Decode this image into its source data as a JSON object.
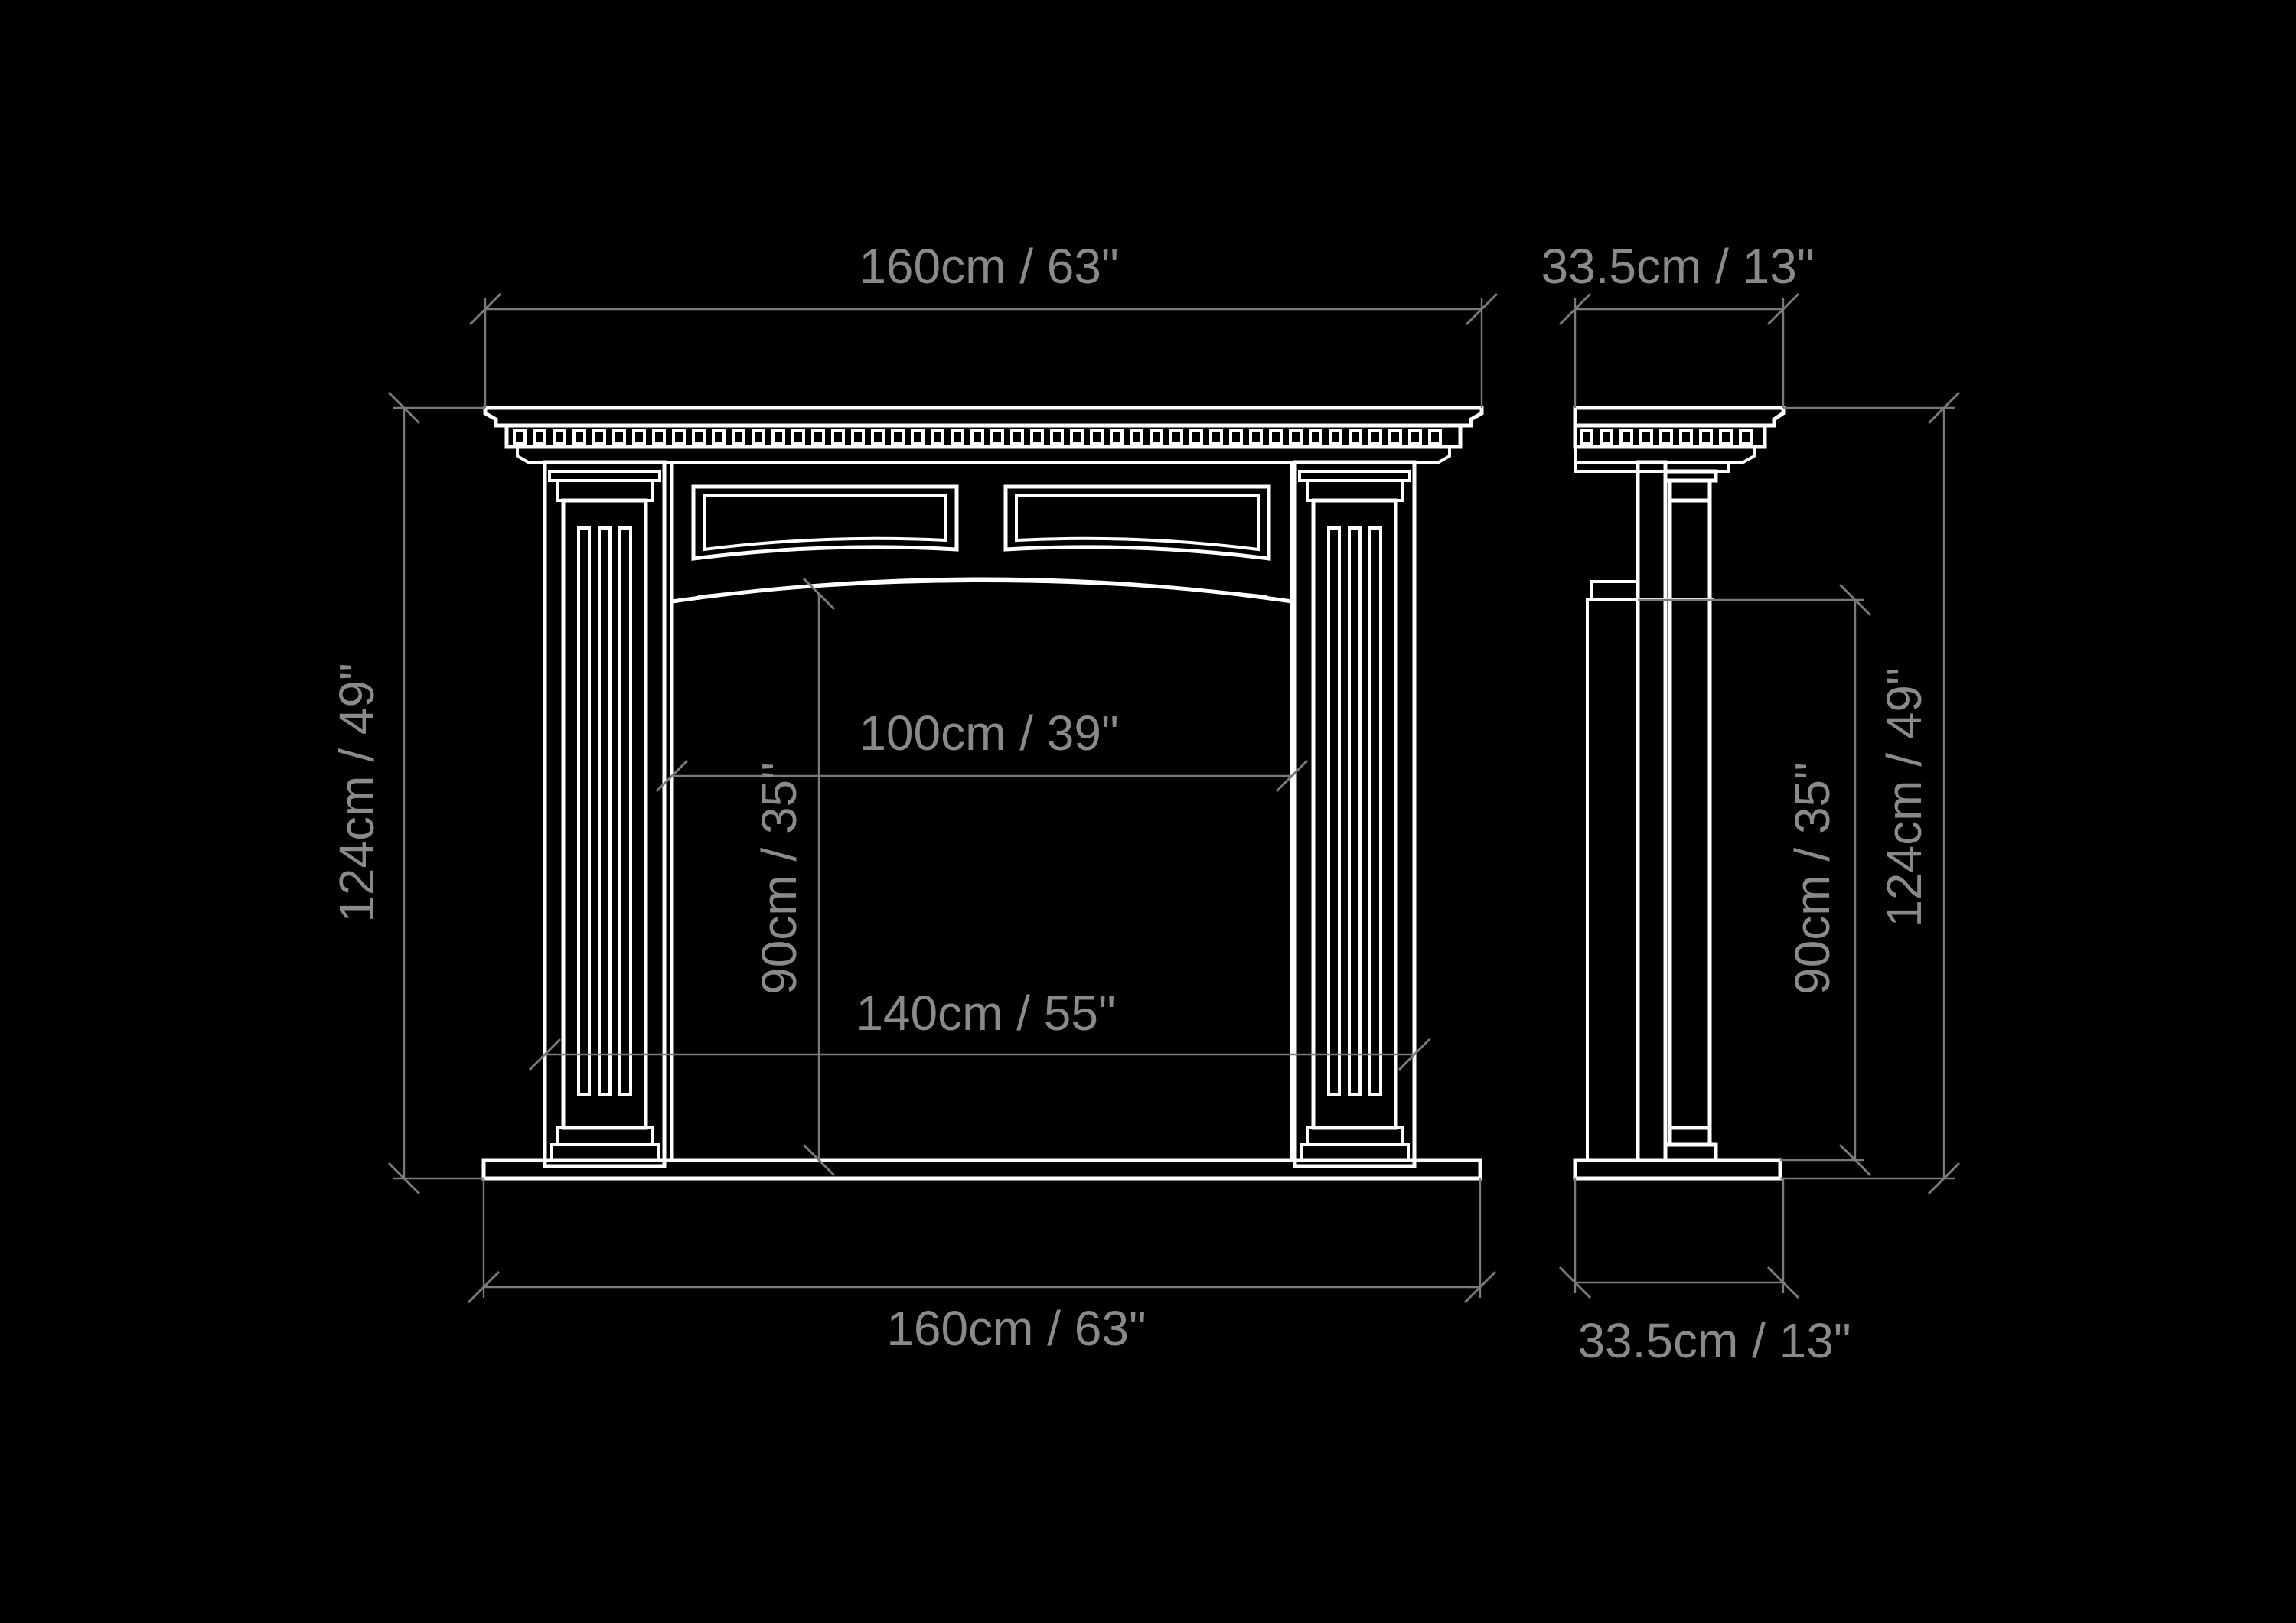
{
  "diagram": {
    "front_view": {
      "dimensions": {
        "overall_width_top": "160cm / 63\"",
        "overall_width_bottom": "160cm / 63\"",
        "overall_height": "124cm / 49\"",
        "opening_width": "100cm / 39\"",
        "opening_height": "90cm / 35\"",
        "width_between_pillars": "140cm / 55\""
      }
    },
    "side_view": {
      "dimensions": {
        "depth_top": "33.5cm / 13\"",
        "depth_bottom": "33.5cm / 13\"",
        "overall_height": "124cm / 49\"",
        "opening_height": "90cm / 35\""
      }
    }
  },
  "colors": {
    "background": "#000000",
    "linework": "#ffffff",
    "dimension_lines": "#7a7a7a",
    "dimension_text": "#8a8a8a"
  }
}
